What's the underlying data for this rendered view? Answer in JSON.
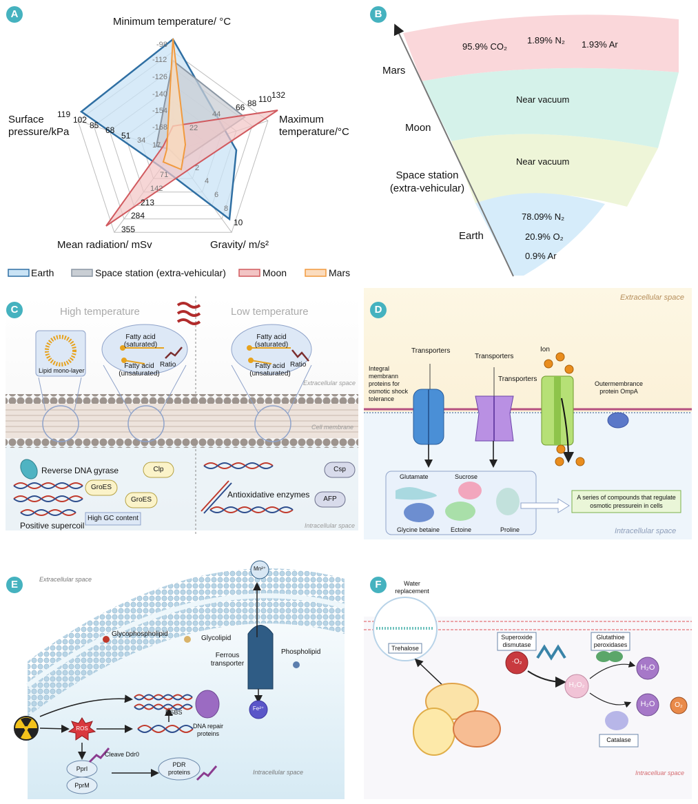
{
  "colors": {
    "badge": "#45b2bf",
    "earth": "#2f6fa3",
    "earth_fill": "#c9e3f5",
    "station": "#8a96a3",
    "moon": "#d15a5f",
    "moon_fill": "#f2c4c4",
    "mars": "#f19a3e",
    "mars_fill": "#fbdcbe"
  },
  "panels": [
    {
      "letter": "A"
    },
    {
      "letter": "B"
    },
    {
      "letter": "C"
    },
    {
      "letter": "D"
    },
    {
      "letter": "E"
    },
    {
      "letter": "F"
    }
  ],
  "radar": {
    "axes": [
      {
        "label": "Minimum temperature/ °C",
        "ticks": [
          "-98",
          "-112",
          "-126",
          "-140",
          "-154",
          "-168"
        ]
      },
      {
        "label": "Maximum temperature/°C",
        "ticks": [
          "22",
          "44",
          "66",
          "88",
          "110",
          "132"
        ]
      },
      {
        "label": "Gravity/ m/s²",
        "ticks": [
          "2",
          "4",
          "6",
          "8",
          "10"
        ]
      },
      {
        "label": "Mean radiation/ mSv",
        "ticks": [
          "71",
          "142",
          "213",
          "284",
          "355"
        ]
      },
      {
        "label": "Surface pressure/kPa",
        "ticks": [
          "17",
          "34",
          "51",
          "68",
          "85",
          "102",
          "119"
        ]
      }
    ],
    "series": [
      {
        "name": "Earth",
        "color_key": "earth"
      },
      {
        "name": "Space station (extra-vehicular)",
        "color_key": "station"
      },
      {
        "name": "Moon",
        "color_key": "moon"
      },
      {
        "name": "Mars",
        "color_key": "mars"
      }
    ]
  },
  "atmos": {
    "bodies": [
      "Mars",
      "Moon",
      "Space station (extra-vehicular)",
      "Earth"
    ],
    "mars_gases": [
      "95.9% CO₂",
      "1.89% N₂",
      "1.93%  Ar"
    ],
    "moon_text": "Near vacuum",
    "station_text": "Near vacuum",
    "earth_gases": [
      "78.09% N₂",
      "20.9% O₂",
      "0.9%   Ar"
    ]
  },
  "temp": {
    "high": "High temperature",
    "low": "Low temperature",
    "mono": "Lipid mono-layer",
    "fa_sat": "Fatty acid (saturated)",
    "fa_unsat": "Fatty acid (unsaturated)",
    "ratio": "Ratio",
    "extracellular": "Extracellular space",
    "membrane": "Cell membrane",
    "intracellular": "Intracellular space",
    "reverse_gyrase": "Reverse DNA gyrase",
    "clp": "Clp",
    "groes": "GroES",
    "high_gc": "High GC content",
    "supercoil": "Positive supercoil",
    "csp": "Csp",
    "afp": "AFP",
    "antiox": "Antioxidative enzymes"
  },
  "osmo": {
    "extracellular": "Extracellular space",
    "intracellular": "Intracellular space",
    "integral": "Integral membrann proteins for osmotic shock tolerance",
    "transporters": "Transporters",
    "ion": "Ion",
    "ompa": "Outermembrance protein OmpA",
    "compounds": [
      "Glutamate",
      "Sucrose",
      "Glycine betaine",
      "Ectoine",
      "Proline"
    ],
    "series_box": "A series of compounds that regulate osmotic pressurein in cells"
  },
  "radiation": {
    "extracellular": "Extracellular space",
    "intracellular": "Intracellular space",
    "mn": "Mn²⁺",
    "fe": "Fe²⁺",
    "glycophospholipid": "Glycophospholipid",
    "glycolipid": "Glycolipid",
    "ferrous": "Ferrous transporter",
    "phospholipid": "Phospholipid",
    "ros": "ROS",
    "dsbs": "DSBS",
    "repair": "DNA repair proteins",
    "ppri": "PprI",
    "pprm": "PprM",
    "cleave": "Cleave Ddr0",
    "pdr": "PDR proteins"
  },
  "oxid": {
    "water": "Water replacement",
    "trehalose": "Trehalose",
    "sod": "Superoxide dismutase",
    "o2rad": "·O₂",
    "h2o2": "H₂O₂",
    "gpx": "Glutathioe peroxidases",
    "h2o": "H₂O",
    "o2": "O₂",
    "catalase": "Catalase",
    "intracellular": "Intracelluar space"
  }
}
